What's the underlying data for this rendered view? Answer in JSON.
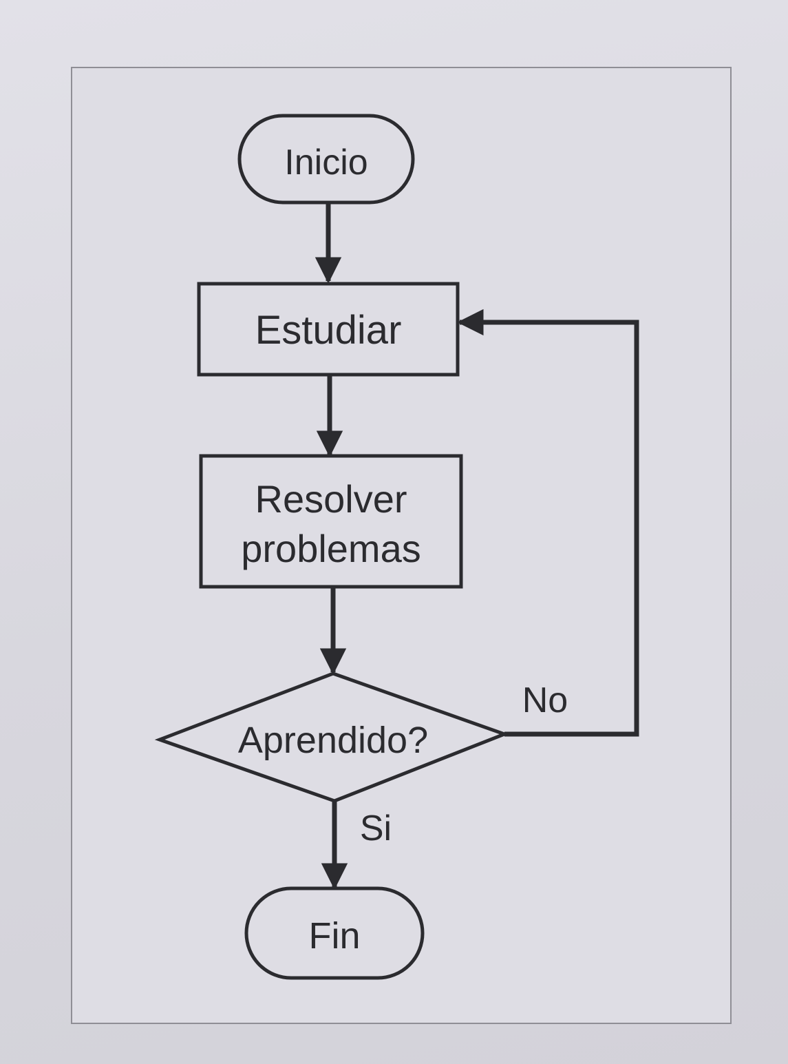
{
  "diagram": {
    "nodes": {
      "start": {
        "label": "Inicio",
        "shape": "terminal"
      },
      "study": {
        "label": "Estudiar",
        "shape": "process"
      },
      "solve": {
        "lines": [
          "Resolver",
          "problemas"
        ],
        "shape": "process"
      },
      "decision": {
        "label": "Aprendido?",
        "shape": "decision"
      },
      "end": {
        "label": "Fin",
        "shape": "terminal"
      }
    },
    "edges": [
      {
        "from": "start",
        "to": "study",
        "label": ""
      },
      {
        "from": "study",
        "to": "solve",
        "label": ""
      },
      {
        "from": "solve",
        "to": "decision",
        "label": ""
      },
      {
        "from": "decision",
        "to": "end",
        "label": "Si"
      },
      {
        "from": "decision",
        "to": "study",
        "label": "No"
      }
    ],
    "edge_labels": {
      "yes": "Si",
      "no": "No"
    },
    "colors": {
      "stroke": "#2b2b2f",
      "fill": "#dedde4",
      "background": "#d9d8df"
    }
  }
}
